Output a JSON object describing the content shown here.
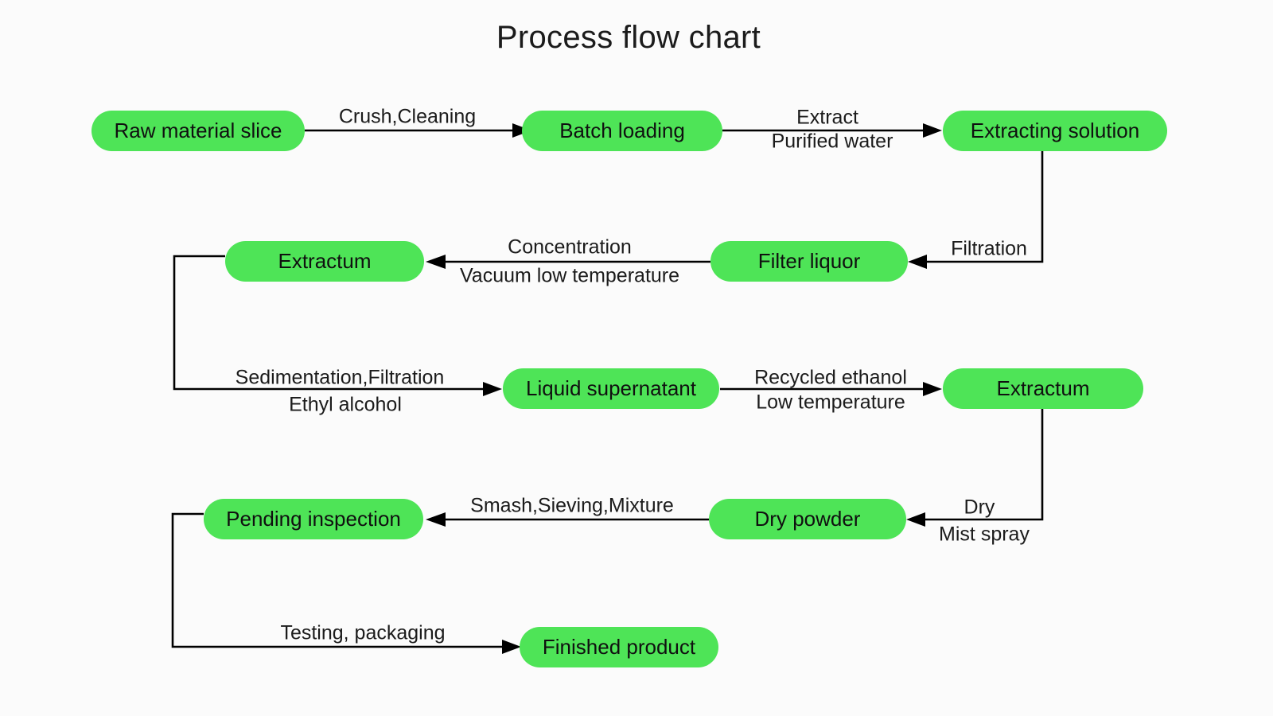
{
  "title": "Process flow chart",
  "colors": {
    "node_fill": "#4ee457",
    "node_text": "#101010",
    "edge": "#000000",
    "background": "#fbfbfb",
    "title_text": "#1b1b1b"
  },
  "nodes": {
    "raw_material_slice": "Raw material slice",
    "batch_loading": "Batch loading",
    "extracting_solution": "Extracting solution",
    "extractum_1": "Extractum",
    "filter_liquor": "Filter liquor",
    "liquid_supernatant": "Liquid supernatant",
    "extractum_2": "Extractum",
    "pending_inspection": "Pending inspection",
    "dry_powder": "Dry powder",
    "finished_product": "Finished product"
  },
  "edges": {
    "crush_cleaning": "Crush,Cleaning",
    "extract": "Extract",
    "purified_water": "Purified water",
    "filtration": "Filtration",
    "concentration": "Concentration",
    "vacuum_low_temperature": "Vacuum low temperature",
    "sedimentation_filtration": "Sedimentation,Filtration",
    "ethyl_alcohol": "Ethyl alcohol",
    "recycled_ethanol": "Recycled ethanol",
    "low_temperature": "Low temperature",
    "dry": "Dry",
    "mist_spray": "Mist spray",
    "smash_sieving_mixture": "Smash,Sieving,Mixture",
    "testing_packaging": "Testing, packaging"
  },
  "chart_data": {
    "type": "diagram",
    "diagram_kind": "process-flow-chart",
    "title": "Process flow chart",
    "steps": [
      "Raw material slice",
      "Batch loading",
      "Extracting solution",
      "Filter liquor",
      "Extractum",
      "Liquid supernatant",
      "Extractum",
      "Dry powder",
      "Pending inspection",
      "Finished product"
    ],
    "transitions": [
      {
        "from": "Raw material slice",
        "to": "Batch loading",
        "label": "Crush,Cleaning"
      },
      {
        "from": "Batch loading",
        "to": "Extracting solution",
        "label": "Extract / Purified water"
      },
      {
        "from": "Extracting solution",
        "to": "Filter liquor",
        "label": "Filtration"
      },
      {
        "from": "Filter liquor",
        "to": "Extractum",
        "label": "Concentration / Vacuum low temperature"
      },
      {
        "from": "Extractum",
        "to": "Liquid supernatant",
        "label": "Sedimentation,Filtration / Ethyl alcohol"
      },
      {
        "from": "Liquid supernatant",
        "to": "Extractum",
        "label": "Recycled ethanol / Low temperature"
      },
      {
        "from": "Extractum",
        "to": "Dry powder",
        "label": "Dry / Mist spray"
      },
      {
        "from": "Dry powder",
        "to": "Pending inspection",
        "label": "Smash,Sieving,Mixture"
      },
      {
        "from": "Pending inspection",
        "to": "Finished product",
        "label": "Testing, packaging"
      }
    ]
  }
}
